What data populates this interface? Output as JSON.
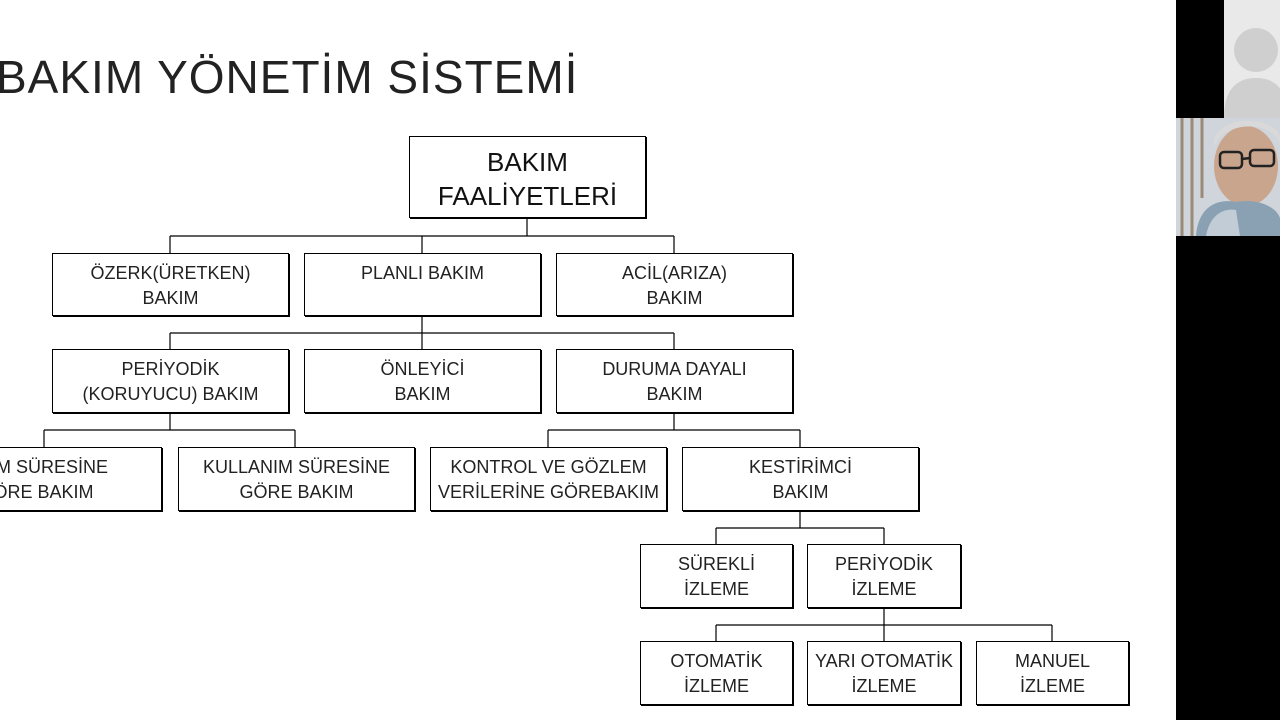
{
  "slide": {
    "title": "BAKIM YÖNETİM SİSTEMİ"
  },
  "diagram": {
    "root": {
      "line1": "BAKIM",
      "line2": "FAALİYETLERİ"
    },
    "level1": [
      {
        "line1": "ÖZERK(ÜRETKEN)",
        "line2": "BAKIM"
      },
      {
        "line1": "PLANLI BAKIM",
        "line2": ""
      },
      {
        "line1": "ACİL(ARIZA)",
        "line2": "BAKIM"
      }
    ],
    "level2": [
      {
        "line1": "PERİYODİK",
        "line2": "(KORUYUCU) BAKIM"
      },
      {
        "line1": "ÖNLEYİCİ",
        "line2": "BAKIM"
      },
      {
        "line1": "DURUMA DAYALI",
        "line2": "BAKIM"
      }
    ],
    "level3": [
      {
        "line1": "VİM SÜRESİNE",
        "line2": "ÖRE BAKIM"
      },
      {
        "line1": "KULLANIM SÜRESİNE",
        "line2": "GÖRE BAKIM"
      },
      {
        "line1": "KONTROL VE GÖZLEM",
        "line2": "VERİLERİNE GÖREBAKIM"
      },
      {
        "line1": "KESTİRİMCİ",
        "line2": "BAKIM"
      }
    ],
    "level4": [
      {
        "line1": "SÜREKLİ",
        "line2": "İZLEME"
      },
      {
        "line1": "PERİYODİK",
        "line2": "İZLEME"
      }
    ],
    "level5": [
      {
        "line1": "OTOMATİK",
        "line2": "İZLEME"
      },
      {
        "line1": "YARI OTOMATİK",
        "line2": "İZLEME"
      },
      {
        "line1": "MANUEL",
        "line2": "İZLEME"
      }
    ]
  },
  "camera_panel": {
    "tiles": [
      "avatar-placeholder",
      "participant-video"
    ]
  },
  "colors": {
    "slide_bg": "#ffffff",
    "box_border": "#000000",
    "text": "#222222",
    "panel_bg": "#000000",
    "avatar_bg": "#e9e9e9",
    "avatar_fg": "#cfcfcf"
  }
}
